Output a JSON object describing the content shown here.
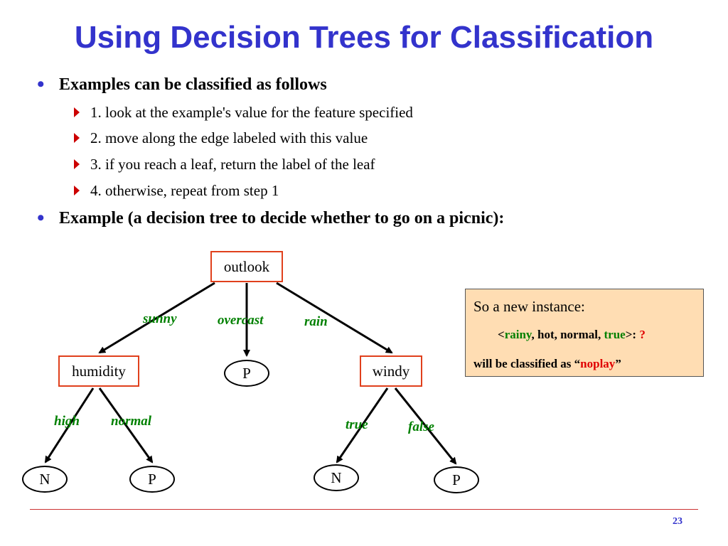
{
  "slide": {
    "title": "Using Decision Trees for Classification",
    "bullets": [
      {
        "text": "Examples can be classified as follows",
        "sub": [
          "1. look at the example's value for the feature specified",
          "2. move along the edge labeled with this value",
          "3. if you reach a leaf, return the label of the leaf",
          "4. otherwise, repeat from step 1"
        ]
      },
      {
        "text": "Example (a decision tree to decide whether to go on a picnic):"
      }
    ],
    "page_number": "23"
  },
  "tree": {
    "root": "outlook",
    "nodes": {
      "humidity": "humidity",
      "overcast_leaf": "P",
      "windy": "windy",
      "high_leaf": "N",
      "normal_leaf": "P",
      "true_leaf": "N",
      "false_leaf": "P"
    },
    "edges": {
      "sunny": "sunny",
      "overcast": "overcast",
      "rain": "rain",
      "high": "high",
      "normal": "normal",
      "true": "true",
      "false": "false"
    }
  },
  "instance_box": {
    "line1": "So a new instance:",
    "line2_open": "<",
    "line2_rainy": "rainy",
    "line2_mid": ", hot, normal, ",
    "line2_true": "true",
    "line2_close": ">: ",
    "line2_q": "?",
    "line3_pre": "will be classified as “",
    "line3_noplay": "noplay",
    "line3_post": "”"
  },
  "colors": {
    "title": "#3333cc",
    "node_border": "#e0401c",
    "edge_label": "#008000",
    "highlight_red": "#e00000",
    "info_bg": "#ffddb3"
  }
}
